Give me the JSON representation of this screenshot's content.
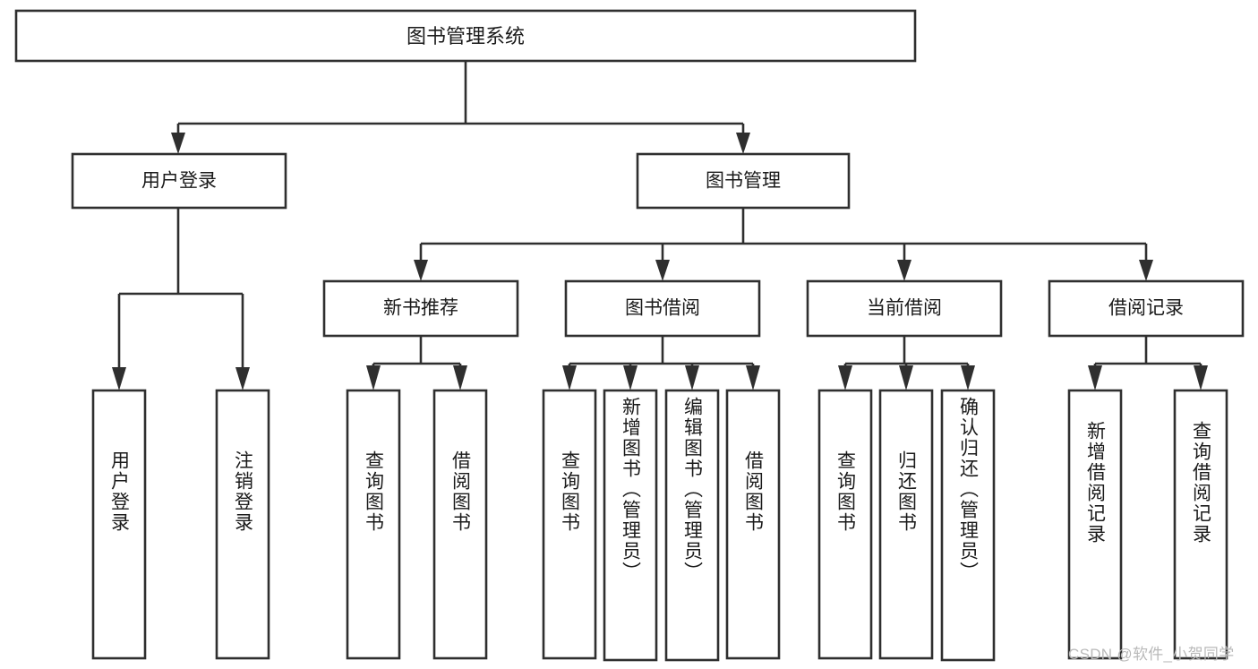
{
  "diagram": {
    "type": "tree-hierarchy",
    "title": "图书管理系统",
    "watermark": "CSDN @软件_小贺同学",
    "colors": {
      "stroke": "#2f2f2f",
      "fill": "#ffffff",
      "text": "#1a1a1a",
      "watermark": "#b9b9b9",
      "background": "#ffffff"
    },
    "root": {
      "label": "图书管理系统"
    },
    "level1": [
      {
        "label": "用户登录"
      },
      {
        "label": "图书管理"
      }
    ],
    "level2": [
      {
        "label": "新书推荐"
      },
      {
        "label": "图书借阅"
      },
      {
        "label": "当前借阅"
      },
      {
        "label": "借阅记录"
      }
    ],
    "leaves": {
      "user_login": [
        {
          "label": "用户登录"
        },
        {
          "label": "注销登录"
        }
      ],
      "new_book_recommend": [
        {
          "label": "查询图书"
        },
        {
          "label": "借阅图书"
        }
      ],
      "book_borrow": [
        {
          "label": "查询图书"
        },
        {
          "label": "新增图书（管理员）"
        },
        {
          "label": "编辑图书（管理员）"
        },
        {
          "label": "借阅图书"
        }
      ],
      "current_borrow": [
        {
          "label": "查询图书"
        },
        {
          "label": "归还图书"
        },
        {
          "label": "确认归还（管理员）"
        }
      ],
      "borrow_record": [
        {
          "label": "新增借阅记录"
        },
        {
          "label": "查询借阅记录"
        }
      ]
    }
  }
}
